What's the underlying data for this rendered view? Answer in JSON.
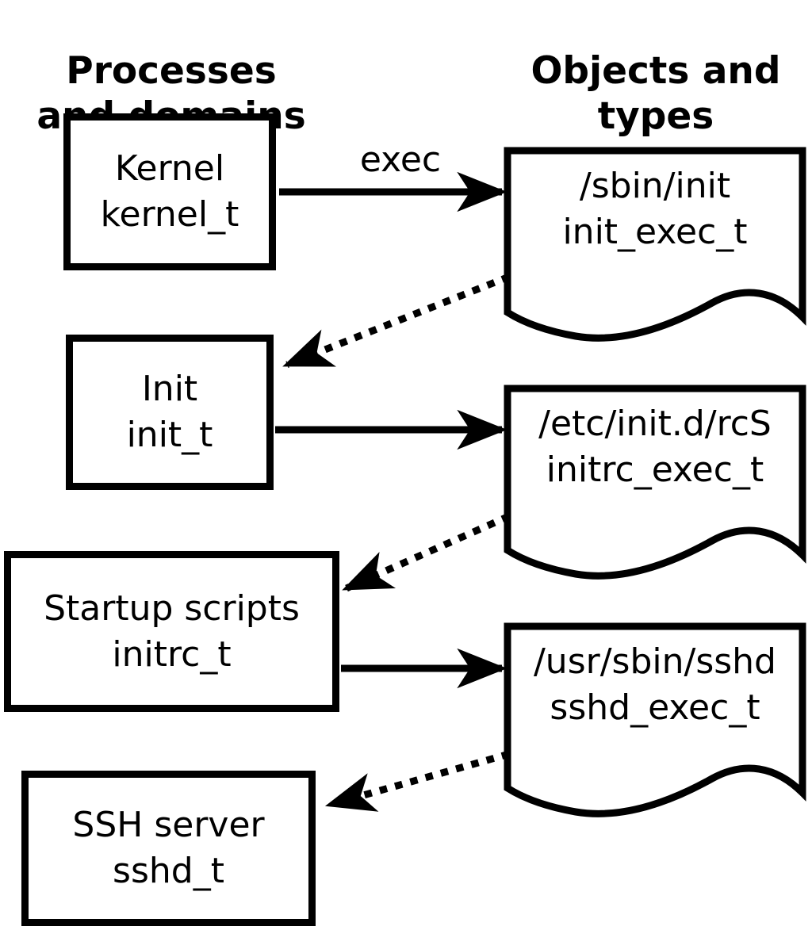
{
  "headers": {
    "left": {
      "line1": "Processes",
      "line2": "and domains"
    },
    "right": {
      "line1": "Objects and",
      "line2": "types"
    }
  },
  "edge_labels": {
    "exec": "exec"
  },
  "process_nodes": [
    {
      "label": "Kernel",
      "type": "kernel_t"
    },
    {
      "label": "Init",
      "type": "init_t"
    },
    {
      "label": "Startup scripts",
      "type": "initrc_t"
    },
    {
      "label": "SSH server",
      "type": "sshd_t"
    }
  ],
  "object_nodes": [
    {
      "path": "/sbin/init",
      "type": "init_exec_t"
    },
    {
      "path": "/etc/init.d/rcS",
      "type": "initrc_exec_t"
    },
    {
      "path": "/usr/sbin/sshd",
      "type": "sshd_exec_t"
    }
  ],
  "colors": {
    "foreground": "#000000",
    "background": "#ffffff"
  }
}
